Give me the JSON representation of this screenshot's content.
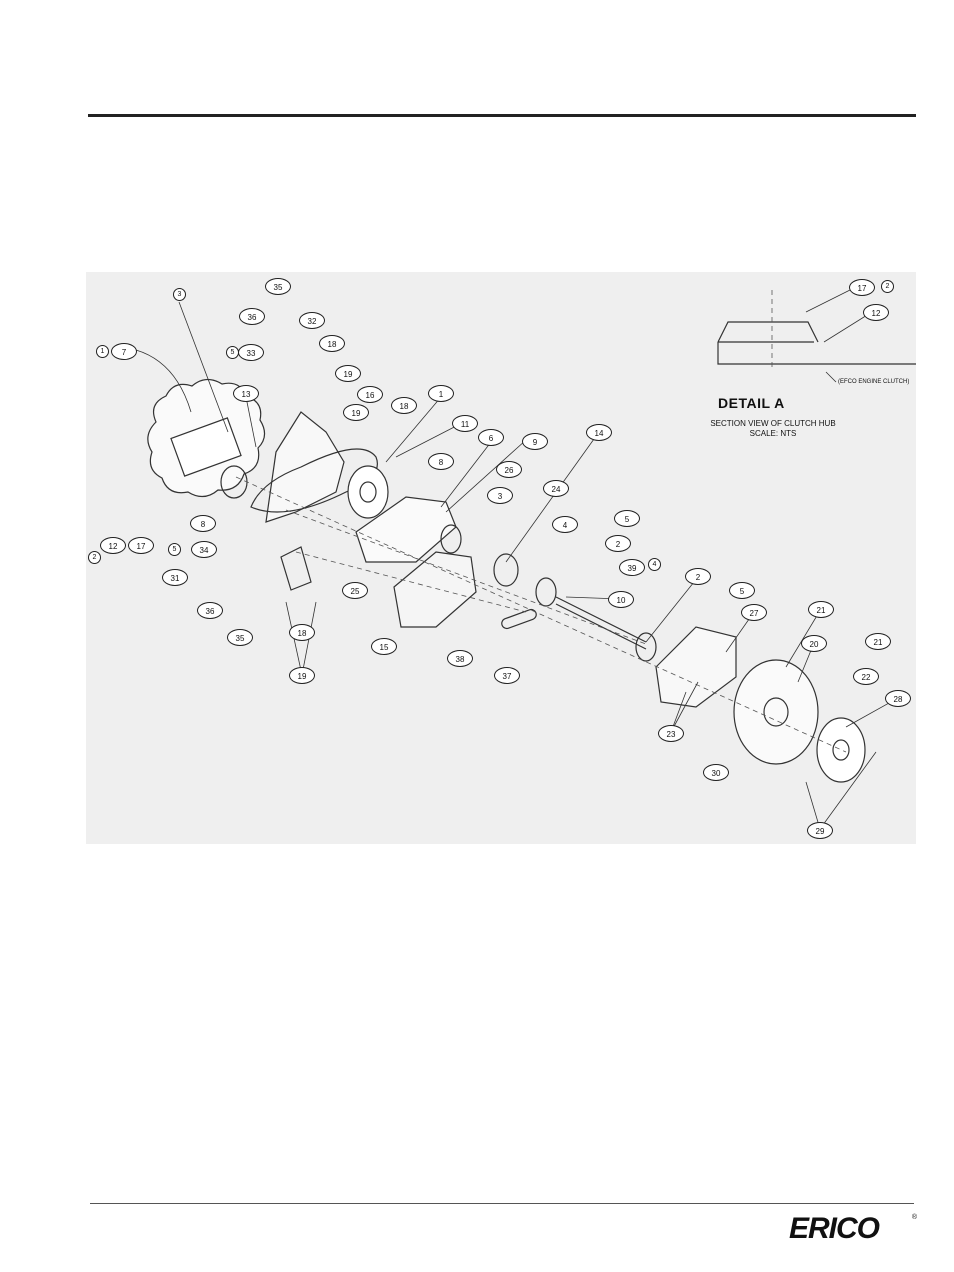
{
  "detail": {
    "title": "DETAIL A",
    "subtitle_line1": "SECTION VIEW OF CLUTCH HUB",
    "subtitle_line2": "SCALE: NTS",
    "note": "(EFCO ENGINE CLUTCH)"
  },
  "callouts": [
    {
      "label": "35"
    },
    {
      "label": "36"
    },
    {
      "label": "32"
    },
    {
      "label": "33"
    },
    {
      "label": "5",
      "small": true
    },
    {
      "label": "18"
    },
    {
      "label": "3"
    },
    {
      "label": "7"
    },
    {
      "label": "1",
      "small": true
    },
    {
      "label": "19"
    },
    {
      "label": "13"
    },
    {
      "label": "16"
    },
    {
      "label": "1"
    },
    {
      "label": "19"
    },
    {
      "label": "18"
    },
    {
      "label": "11"
    },
    {
      "label": "6"
    },
    {
      "label": "9"
    },
    {
      "label": "14"
    },
    {
      "label": "8"
    },
    {
      "label": "26"
    },
    {
      "label": "3"
    },
    {
      "label": "24"
    },
    {
      "label": "8"
    },
    {
      "label": "12"
    },
    {
      "label": "17"
    },
    {
      "label": "2",
      "small": true
    },
    {
      "label": "5",
      "small": true
    },
    {
      "label": "34"
    },
    {
      "label": "31"
    },
    {
      "label": "25"
    },
    {
      "label": "4"
    },
    {
      "label": "5"
    },
    {
      "label": "2"
    },
    {
      "label": "39"
    },
    {
      "label": "4",
      "small": true
    },
    {
      "label": "36"
    },
    {
      "label": "35"
    },
    {
      "label": "18"
    },
    {
      "label": "15"
    },
    {
      "label": "10"
    },
    {
      "label": "2"
    },
    {
      "label": "5"
    },
    {
      "label": "27"
    },
    {
      "label": "21"
    },
    {
      "label": "38"
    },
    {
      "label": "37"
    },
    {
      "label": "19"
    },
    {
      "label": "20"
    },
    {
      "label": "21"
    },
    {
      "label": "22"
    },
    {
      "label": "28"
    },
    {
      "label": "23"
    },
    {
      "label": "30"
    },
    {
      "label": "29"
    },
    {
      "label": "17"
    },
    {
      "label": "2",
      "small": true
    },
    {
      "label": "12"
    }
  ],
  "logo": {
    "text": "ERICO",
    "mark": "®"
  }
}
